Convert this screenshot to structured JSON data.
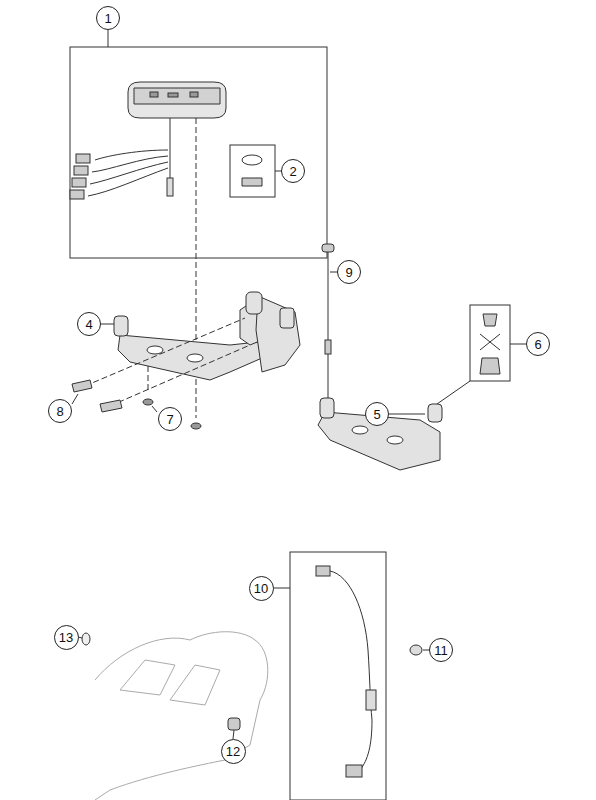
{
  "diagram": {
    "nodes": [
      {
        "text": [
          "1"
        ]
      },
      {
        "text": [
          "2"
        ]
      },
      {
        "text": [
          "4"
        ]
      },
      {
        "text": [
          "5"
        ]
      },
      {
        "text": [
          "6"
        ]
      },
      {
        "text": [
          "7"
        ]
      },
      {
        "text": [
          "8"
        ]
      },
      {
        "text": [
          "9"
        ]
      },
      {
        "text": [
          "10"
        ]
      },
      {
        "text": [
          "11"
        ]
      },
      {
        "text": [
          "12"
        ]
      },
      {
        "text": [
          "13"
        ]
      }
    ]
  }
}
